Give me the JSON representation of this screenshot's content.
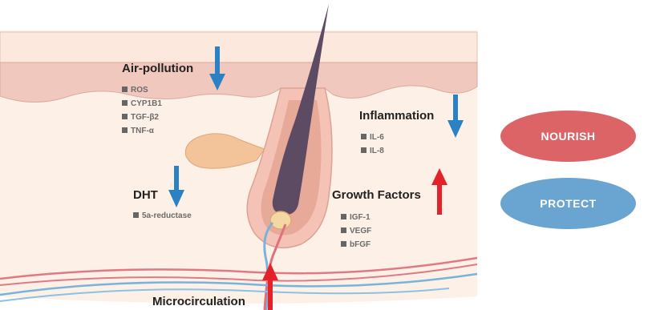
{
  "air_pollution": {
    "title": "Air-pollution",
    "items": [
      "ROS",
      "CYP1B1",
      "TGF-β2",
      "TNF-α"
    ]
  },
  "inflammation": {
    "title": "Inflammation",
    "items": [
      "IL-6",
      "IL-8"
    ]
  },
  "dht": {
    "title": "DHT",
    "items": [
      "5a-reductase"
    ]
  },
  "growth_factors": {
    "title": "Growth Factors",
    "items": [
      "IGF-1",
      "VEGF",
      "bFGF"
    ]
  },
  "microcirculation": {
    "title": "Microcirculation"
  },
  "buttons": {
    "nourish": "NOURISH",
    "protect": "PROTECT"
  },
  "colors": {
    "down_arrow": "#2a82c4",
    "up_arrow": "#e4222a",
    "nourish": "#dc6467",
    "protect": "#6aa4d0"
  }
}
